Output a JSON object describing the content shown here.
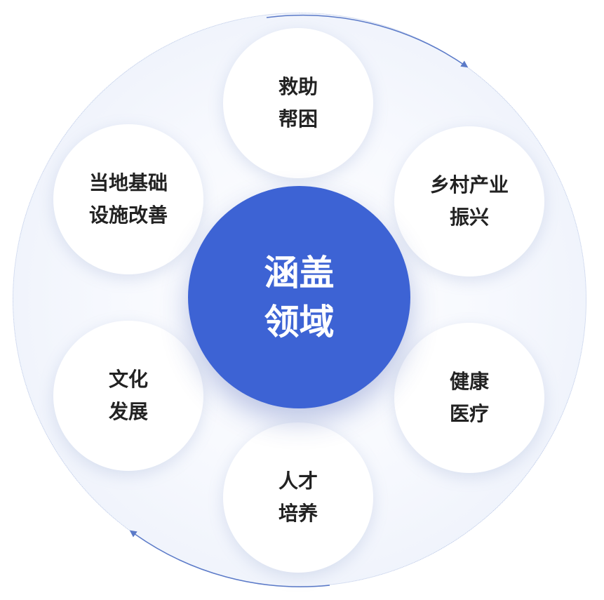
{
  "center": {
    "line1": "涵盖",
    "line2": "领域"
  },
  "nodes": [
    {
      "id": "top",
      "line1": "救助",
      "line2": "帮困"
    },
    {
      "id": "top-right",
      "line1": "乡村产业",
      "line2": "振兴"
    },
    {
      "id": "bottom-right",
      "line1": "健康",
      "line2": "医疗"
    },
    {
      "id": "bottom",
      "line1": "人才",
      "line2": "培养"
    },
    {
      "id": "bottom-left",
      "line1": "文化",
      "line2": "发展"
    },
    {
      "id": "top-left",
      "line1": "当地基础",
      "line2": "设施改善"
    }
  ],
  "colors": {
    "center_fill": "#3d63d4",
    "arrow": "#5b7ac8",
    "node_text": "#222222"
  }
}
